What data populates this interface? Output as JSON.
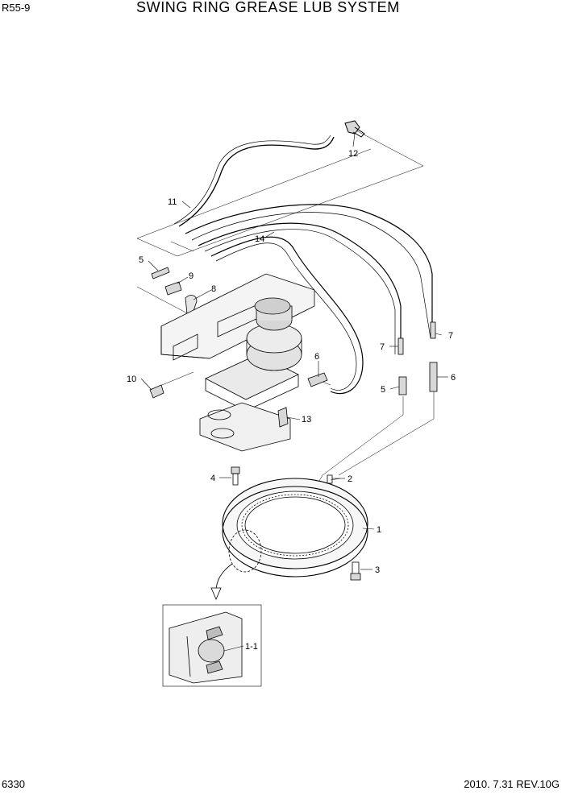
{
  "header": {
    "model": "R55-9",
    "title": "SWING RING GREASE LUB SYSTEM"
  },
  "footer": {
    "page_number": "6330",
    "revision": "2010. 7.31  REV.10G"
  },
  "callouts": {
    "c1": "1",
    "c1_1": "1-1",
    "c2": "2",
    "c3": "3",
    "c4": "4",
    "c5a": "5",
    "c5b": "5",
    "c6a": "6",
    "c6b": "6",
    "c7a": "7",
    "c7b": "7",
    "c8": "8",
    "c9": "9",
    "c10": "10",
    "c11": "11",
    "c12": "12",
    "c13": "13",
    "c14": "14"
  }
}
